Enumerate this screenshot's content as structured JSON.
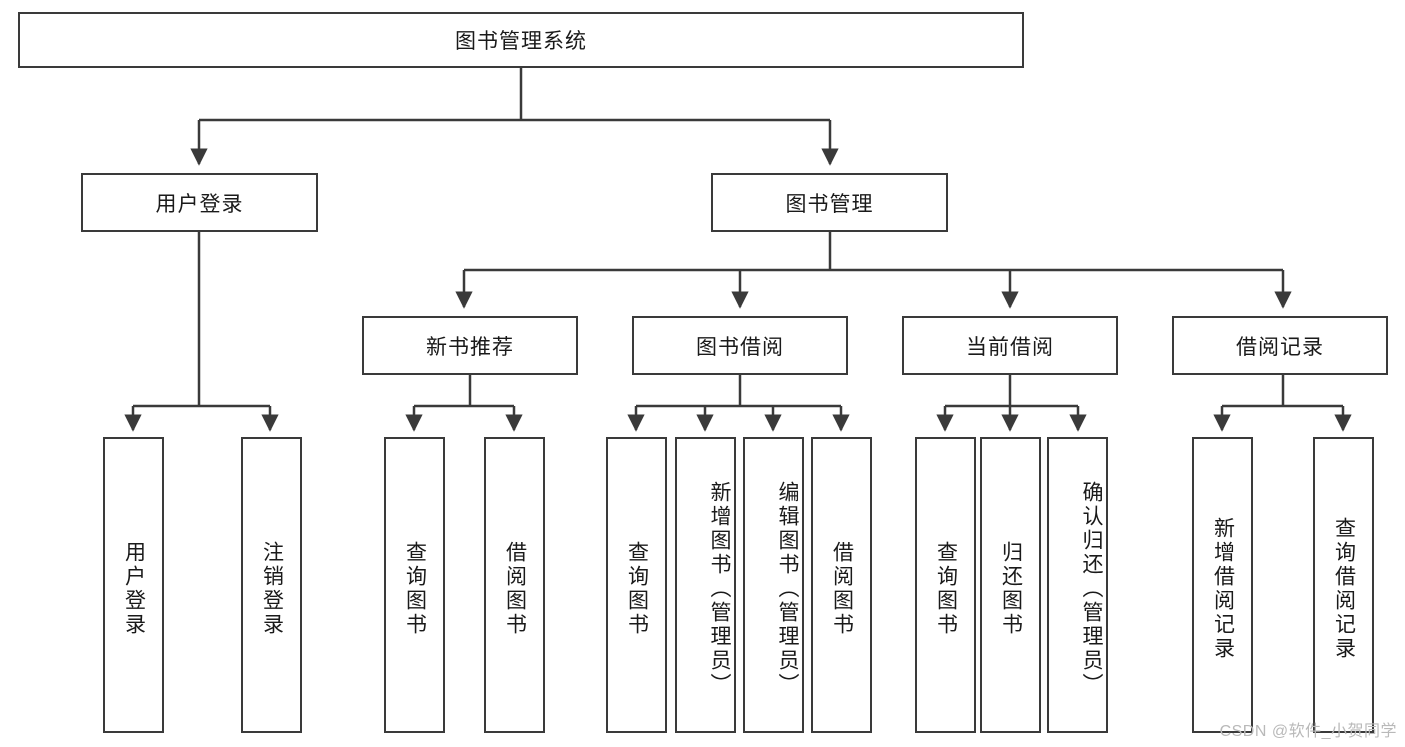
{
  "diagram": {
    "type": "tree",
    "title": "图书管理系统",
    "colors": {
      "stroke": "#3a3a3a",
      "fill": "#ffffff",
      "text": "#1a1a1a",
      "watermark": "#b9b9b9"
    },
    "root": {
      "label": "图书管理系统"
    },
    "level1": [
      {
        "label": "用户登录"
      },
      {
        "label": "图书管理"
      }
    ],
    "level2": [
      {
        "label": "新书推荐"
      },
      {
        "label": "图书借阅"
      },
      {
        "label": "当前借阅"
      },
      {
        "label": "借阅记录"
      }
    ],
    "leaves": {
      "user_login": [
        {
          "label": "用户登录"
        },
        {
          "label": "注销登录"
        }
      ],
      "new_book_recommend": [
        {
          "label": "查询图书"
        },
        {
          "label": "借阅图书"
        }
      ],
      "book_borrow": [
        {
          "label": "查询图书"
        },
        {
          "label": "新增图书（管理员）"
        },
        {
          "label": "编辑图书（管理员）"
        },
        {
          "label": "借阅图书"
        }
      ],
      "current_borrow": [
        {
          "label": "查询图书"
        },
        {
          "label": "归还图书"
        },
        {
          "label": "确认归还（管理员）"
        }
      ],
      "borrow_record": [
        {
          "label": "新增借阅记录"
        },
        {
          "label": "查询借阅记录"
        }
      ]
    },
    "watermark": "CSDN @软件_小贺同学"
  }
}
